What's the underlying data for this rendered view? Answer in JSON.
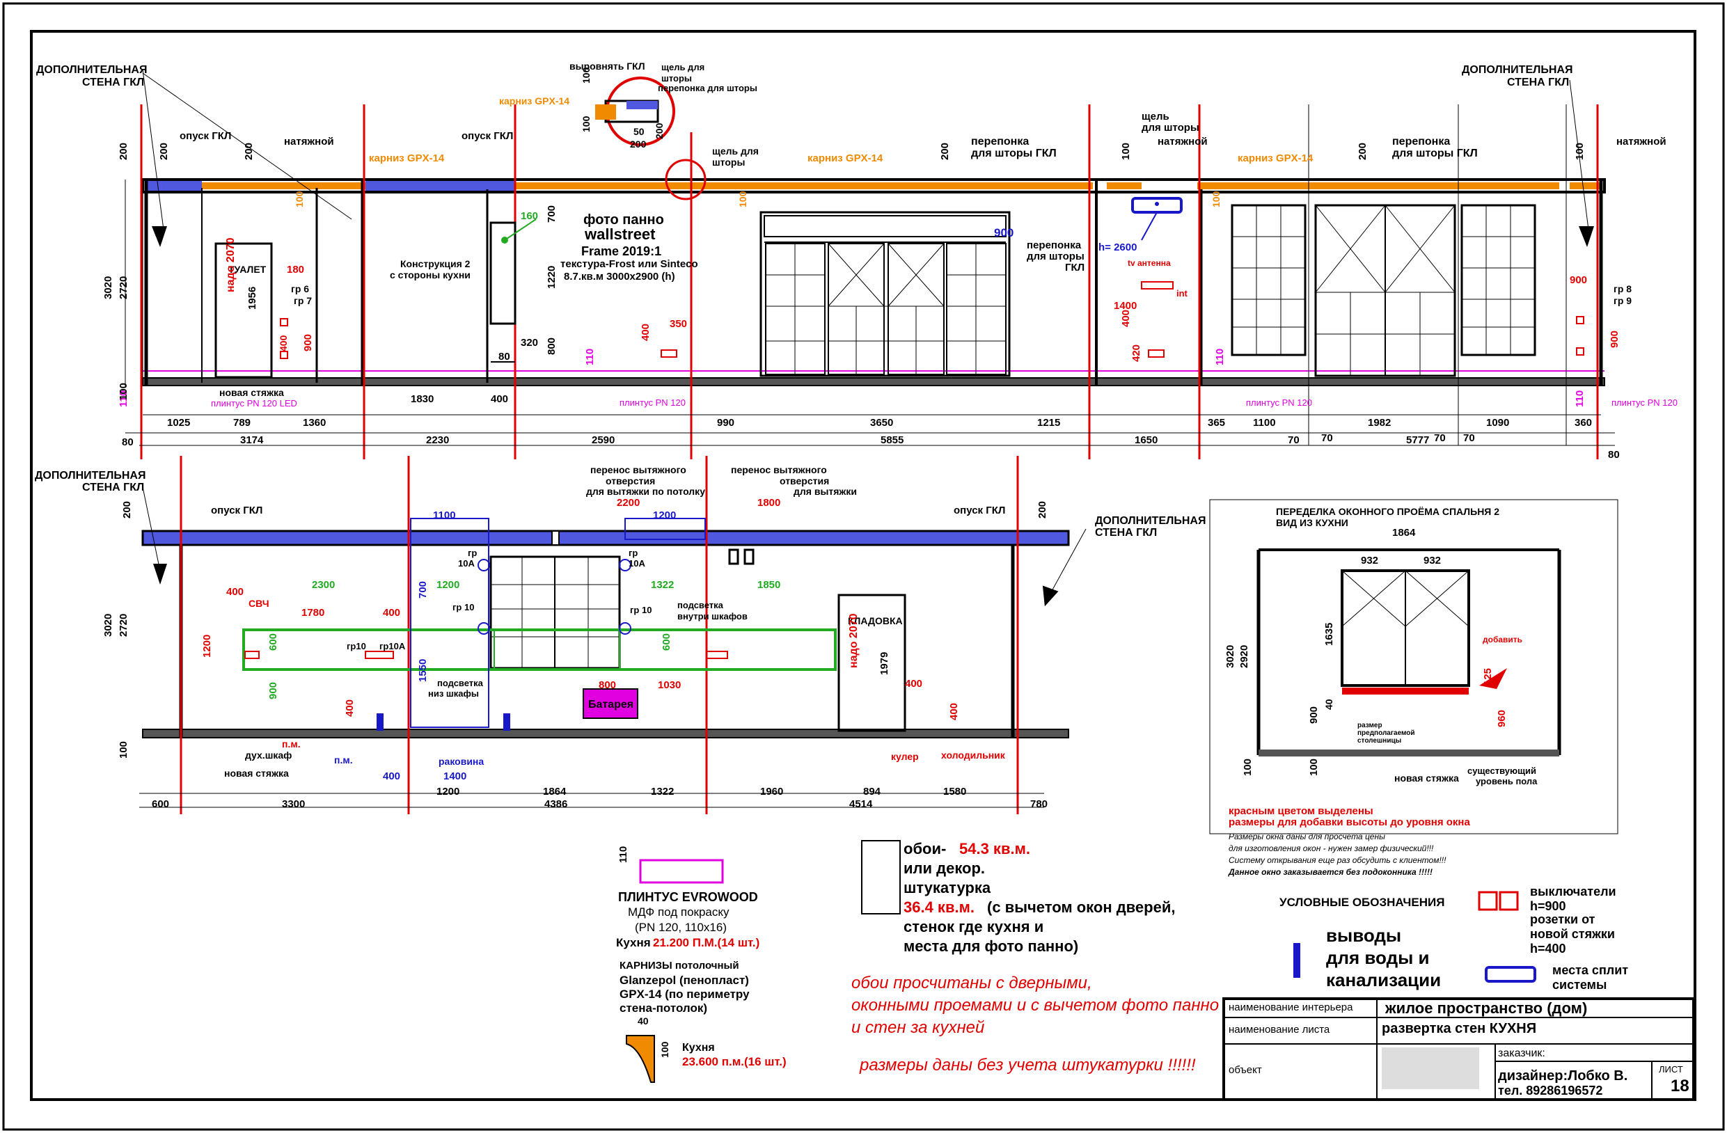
{
  "colors": {
    "red": "#e00000",
    "blue": "#1818c8",
    "orange": "#f08a00",
    "magenta": "#e000e0",
    "green": "#22aa22",
    "black": "#000000",
    "ceiling_fill": "#5058e0"
  },
  "labels": {
    "dop_stena_gkl_1": "ДОПОЛНИТЕЛЬНАЯ",
    "dop_stena_gkl_2": "СТЕНА ГКЛ",
    "opusk_gkl": "опуск ГКЛ",
    "natyazhnoy": "натяжной",
    "karniz_gpx": "карниз GPX-14",
    "vyrovnyat_gkl": "выровнять ГКЛ",
    "shchel_dlya_shtory_1": "щель для",
    "shchel_dlya_shtory_2": "шторы",
    "pereponka_dlya_shtory": "перепонка для шторы",
    "shchel_dlya_shtory_a": "щель для",
    "shchel_dlya_shtory_b": "шторы",
    "pereponka_1": "перепонка",
    "pereponka_2": "для шторы  ГКЛ",
    "shchel_right_1": "щель",
    "shchel_right_2": "для шторы",
    "pereponka_left_1": "перепонка",
    "pereponka_left_2": "для шторы",
    "pereponka_left_3": "ГКЛ",
    "tualet": "ТУАЛЕТ",
    "nado_2070": "надо 2070",
    "gr6": "гр 6",
    "gr7": "гр 7",
    "gr8": "гр 8",
    "gr9": "гр 9",
    "konstr_1": "Конструкция 2",
    "konstr_2": "с стороны кухни",
    "foto_1": "фото панно",
    "foto_2": "wallstreet",
    "foto_3": "Frame 2019:1",
    "foto_4": "текстура-Frost или Sinteco",
    "foto_5": "8.7.кв.м 3000х2900 (h)",
    "h2600": "h= 2600",
    "tv_antenna": "tv антенна",
    "int": "int",
    "novaya_styazhka": "новая стяжка",
    "plintus_led": "плинтус PN 120 LED",
    "plintus_pn120": "плинтус PN 120",
    "perenos_left_1": "перенос вытяжного",
    "perenos_left_2": "отверстия",
    "perenos_left_3": "для вытяжки по потолку",
    "perenos_right_1": "перенос вытяжного",
    "perenos_right_2": "отверстия",
    "perenos_right_3": "для вытяжки",
    "svch": "СВЧ",
    "gr10": "гр 10",
    "gr10a": "гр",
    "gr10a_b": "10А",
    "gr10_small": "гр10",
    "gr10a_small": "гр10А",
    "podsvetka_vnutri_1": "подсветка",
    "podsvetka_vnutri_2": "внутри шкафов",
    "podsvetka_niz_1": "подсветка",
    "podsvetka_niz_2": "низ шкафы",
    "kladovka": "КЛАДОВКА",
    "batareya": "Батарея",
    "pm": "п.м.",
    "dukh_shkaf": "дух.шкаф",
    "rakovina": "раковина",
    "kuler": "кулер",
    "kholodilnik": "холодильник",
    "pered_1": "ПЕРЕДЕЛКА ОКОННОГО ПРОЁМА СПАЛЬНЯ 2",
    "pered_2": "ВИД ИЗ КУХНИ",
    "dobavit": "добавить",
    "razmer_1": "размер",
    "razmer_2": "предполагаемой",
    "razmer_3": "столешницы",
    "sushch_1": "существующий",
    "sushch_2": "уровень пола",
    "note_red_1": "красным цветом выделены",
    "note_red_2": "размеры для добавки высоты до уровня окна",
    "note_1": "Размеры окна даны для просчета цены",
    "note_2": "для изготовления окон - нужен замер физический!!!",
    "note_3": "Систему открывания еще раз обсудить с клиентом!!!",
    "note_4": "Данное окно заказывается без подоконника !!!!!"
  },
  "legend": {
    "plintus_title": "ПЛИНТУС EVROWOOD",
    "plintus_1": "МДФ под покраску",
    "plintus_2": "(PN 120, 110x16)",
    "plintus_3a": "Кухня ",
    "plintus_3b": "21.200 П.М.(14 шт.)",
    "plintus_dim": "110",
    "karniz_1": "КАРНИЗЫ потолочный",
    "karniz_2": "Glanzepol (пенопласт)",
    "karniz_3": "GPX-14  (по периметру",
    "karniz_4": "стена-потолок)",
    "karniz_5": "Кухня",
    "karniz_6": "23.600 п.м.(16 шт.)",
    "karniz_dim_w": "40",
    "karniz_dim_h": "100",
    "oboi_1a": "обои- ",
    "oboi_1b": "54.3 кв.м.",
    "oboi_2": "или декор.",
    "oboi_3": "штукатурка",
    "oboi_4a": "36.4 кв.м.",
    "oboi_4b": " (с вычетом окон дверей,",
    "oboi_5": "стенок где кухня и",
    "oboi_6": "места для фото панно)",
    "oboi_note_1": "обои просчитаны с дверными,",
    "oboi_note_2": "оконными проемами и с вычетом фото панно",
    "oboi_note_3": "и стен за кухней",
    "oboi_note_4": "размеры даны без учета штукатурки !!!!!!",
    "uslovnye": "УСЛОВНЫЕ ОБОЗНАЧЕНИЯ",
    "vyklyuchateli_1": "выключатели",
    "vyklyuchateli_2": "h=900",
    "rozetki_1": "розетки от",
    "rozetki_2": "новой стяжки",
    "rozetki_3": "h=400",
    "vyvody_1": "выводы",
    "vyvody_2": "для воды и",
    "vyvody_3": "канализации",
    "split_1": "места сплит",
    "split_2": "системы"
  },
  "title_block": {
    "label_interior": "наименование интерьера",
    "value_interior": "жилое пространство (дом)",
    "label_sheet": "наименование листа",
    "value_sheet": "развертка стен КУХНЯ",
    "label_object": "объект",
    "label_customer": "заказчик:",
    "designer": "дизайнер:Лобко В.",
    "phone": "тел. 89286196572",
    "list_label": "ЛИСТ",
    "list_number": "18"
  },
  "dims": {
    "top_bottom_row1": [
      "1025",
      "789",
      "1360",
      "1830",
      "400",
      "990",
      "3650",
      "1215",
      "365",
      "1100",
      "1982",
      "1090",
      "360"
    ],
    "top_bottom_row2": [
      "80",
      "3174",
      "2230",
      "2590",
      "5855",
      "1650",
      "70",
      "70",
      "5777",
      "70",
      "70",
      "80"
    ],
    "top_misc": [
      "200",
      "200",
      "100",
      "200",
      "100",
      "100",
      "100",
      "200",
      "100",
      "100",
      "100",
      "200",
      "50",
      "200",
      "200",
      "100",
      "160",
      "700",
      "1220",
      "320",
      "80",
      "800",
      "110",
      "110",
      "110",
      "110",
      "110",
      "3020",
      "2720",
      "100",
      "1956",
      "180",
      "400",
      "900",
      "350",
      "400",
      "900",
      "1400",
      "400",
      "420",
      "900",
      "900",
      "1400"
    ],
    "bottom_row1": [
      "600",
      "3300",
      "1200",
      "1864",
      "1322",
      "1960",
      "894",
      "1580",
      "780"
    ],
    "bottom_row2": [
      "4386",
      "4514"
    ],
    "bottom_misc": [
      "200",
      "200",
      "3020",
      "2720",
      "100",
      "1100",
      "2200",
      "1200",
      "1800",
      "2300",
      "1200",
      "1322",
      "1850",
      "1780",
      "400",
      "400",
      "600",
      "600",
      "700",
      "1550",
      "1200",
      "900",
      "400",
      "800",
      "1030",
      "400",
      "1400",
      "400",
      "1979",
      "400",
      "400"
    ],
    "window_misc": [
      "1864",
      "932",
      "932",
      "1635",
      "3020",
      "2920",
      "125",
      "40",
      "900",
      "960",
      "100",
      "100"
    ]
  }
}
